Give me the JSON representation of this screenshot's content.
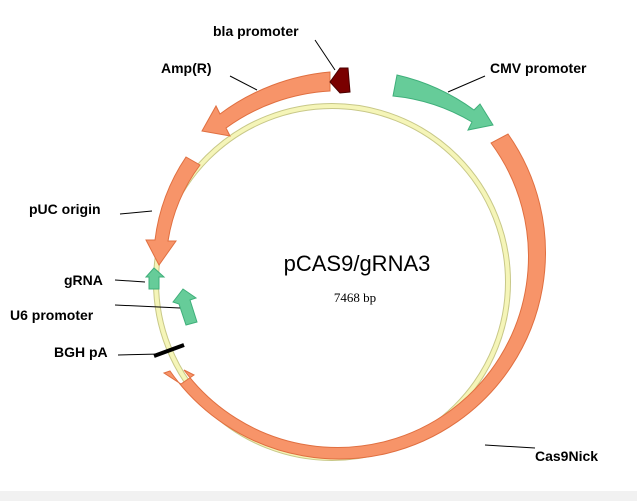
{
  "plasmid": {
    "name": "pCAS9/gRNA3",
    "size_label": "7468 bp"
  },
  "colors": {
    "orange_feature": "#F79469",
    "orange_outline": "#E06F40",
    "green_feature": "#66CC99",
    "green_outline": "#3FAF7A",
    "promoter_dark": "#7A0000",
    "backbone": "#F5F5B8",
    "backbone_outline": "#C8C888",
    "terminator": "#000000"
  },
  "features": [
    {
      "id": "amp-r",
      "label": "Amp(R)",
      "type": "orange",
      "icon": "arrow-ccw"
    },
    {
      "id": "bla-promoter",
      "label": "bla promoter",
      "type": "dark",
      "icon": "arrow-ccw"
    },
    {
      "id": "cmv-promoter",
      "label": "CMV promoter",
      "type": "green",
      "icon": "arrow-cw"
    },
    {
      "id": "cas9nick",
      "label": "Cas9Nick",
      "type": "orange",
      "icon": "arrow-cw"
    },
    {
      "id": "bgh-pa",
      "label": "BGH pA",
      "type": "terminator",
      "icon": "bar"
    },
    {
      "id": "u6-promoter",
      "label": "U6 promoter",
      "type": "green",
      "icon": "arrow-up"
    },
    {
      "id": "grna",
      "label": "gRNA",
      "type": "green",
      "icon": "arrow-up"
    },
    {
      "id": "puc-origin",
      "label": "pUC origin",
      "type": "orange",
      "icon": "arrow-ccw"
    }
  ]
}
